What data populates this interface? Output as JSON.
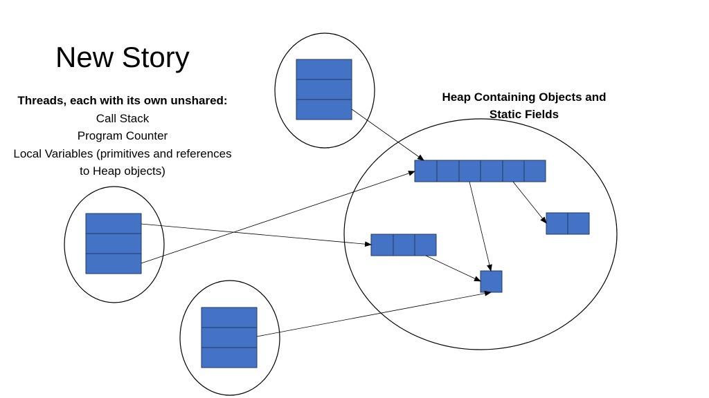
{
  "slide": {
    "title": "New Story",
    "threads_heading": "Threads, each with its own unshared:",
    "threads_items": [
      "Call Stack",
      "Program Counter",
      "Local Variables (primitives and references",
      "to Heap objects)"
    ],
    "heap_label_lines": [
      "Heap Containing Objects and",
      "Static Fields"
    ]
  },
  "colors": {
    "box_fill": "#4472C4",
    "box_stroke": "#1f3864",
    "outline": "#000000"
  }
}
